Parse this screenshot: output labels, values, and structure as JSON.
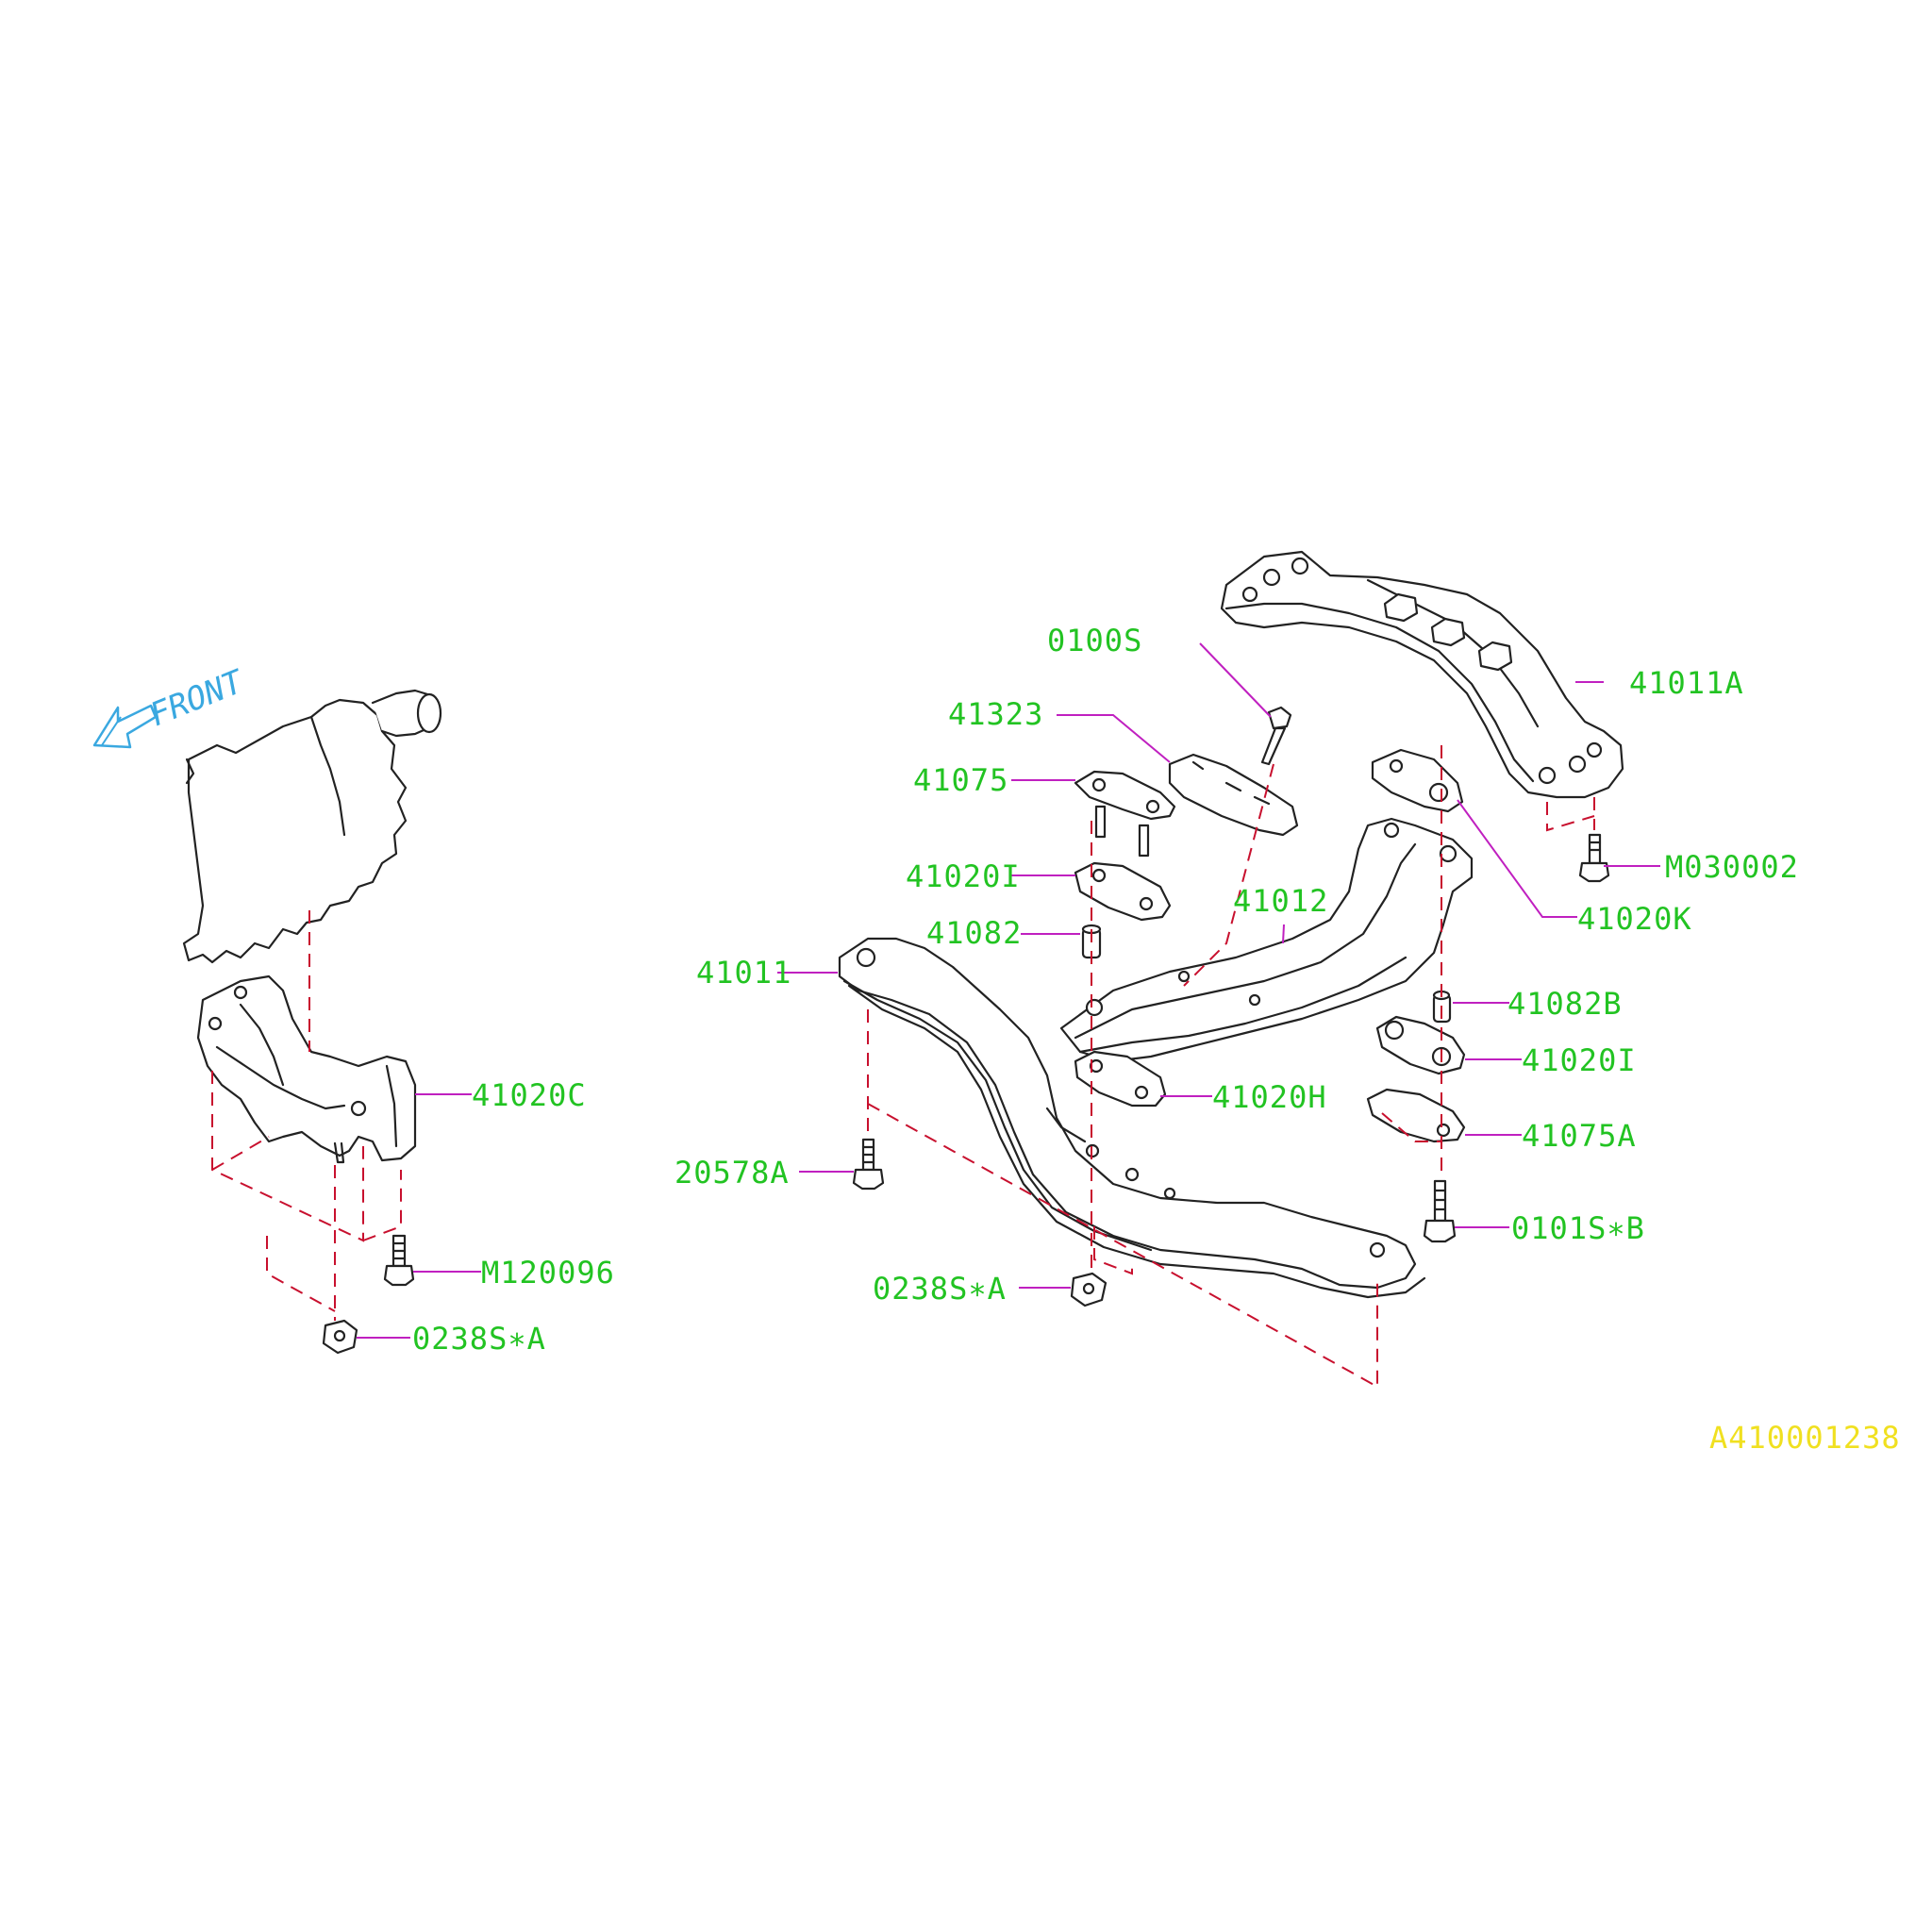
{
  "diagram": {
    "front_indicator": "FRONT",
    "reference_code": "A410001238",
    "labels": {
      "p0100s": "0100S",
      "p41323": "41323",
      "p41075": "41075",
      "p41020i_top": "41020I",
      "p41082": "41082",
      "p41011": "41011",
      "p41012": "41012",
      "p41011a": "41011A",
      "pm030002": "M030002",
      "p41020k": "41020K",
      "p41082b": "41082B",
      "p41020i_right": "41020I",
      "p41020h": "41020H",
      "p41075a": "41075A",
      "p0101sb": "0101S∗B",
      "p20578a": "20578A",
      "p0238sa_center": "0238S∗A",
      "p41020c": "41020C",
      "pm120096": "M120096",
      "p0238sa_left": "0238S∗A"
    }
  },
  "colors": {
    "label_green": "#22c322",
    "leader_magenta": "#c020c0",
    "dash_red": "#c8102e",
    "front_cyan": "#3aa8e0",
    "ref_yellow": "#f0e020",
    "line_dark": "#222222"
  }
}
